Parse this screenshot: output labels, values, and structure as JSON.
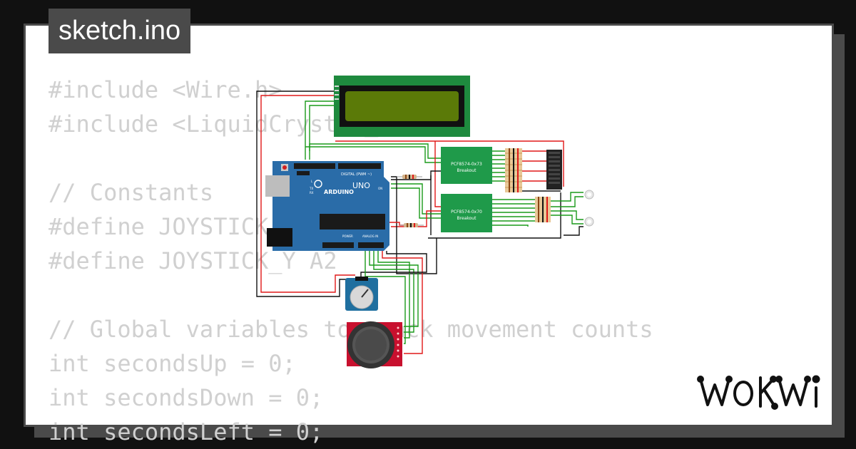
{
  "title": "sketch.ino",
  "code_lines": [
    "#include <Wire.h>",
    "#include <LiquidCrystal_I2C.h>",
    "",
    "// Constants",
    "#define JOYSTICK_X A1",
    "#define JOYSTICK_Y A2",
    "",
    "// Global variables to track movement counts",
    "int secondsUp = 0;",
    "int secondsDown = 0;",
    "int secondsLeft = 0;"
  ],
  "diagram": {
    "arduino": {
      "brand": "ARDUINO",
      "model": "UNO",
      "digital_label": "DIGITAL (PWM ~)",
      "power_label": "POWER",
      "analog_label": "ANALOG IN",
      "on_label": "ON",
      "l_label": "L",
      "tx_label": "TX",
      "rx_label": "RX"
    },
    "pcf_top": {
      "line1": "PCF8574-0x73",
      "line2": "Breakout"
    },
    "pcf_bottom": {
      "line1": "PCF8574-0x70",
      "line2": "Breakout"
    }
  },
  "brand": {
    "logo_text": "WOKWI"
  },
  "colors": {
    "background": "#111111",
    "card": "#ffffff",
    "frame": "#4a4a4a",
    "code_text": "#d0d0d0",
    "lcd_board": "#1e8a3e",
    "lcd_screen": "#5b7a08",
    "arduino_board": "#2a6ca8",
    "pcf_board": "#1f9a4a",
    "joystick_board": "#c8102e",
    "pot_board": "#1f6f9f"
  }
}
